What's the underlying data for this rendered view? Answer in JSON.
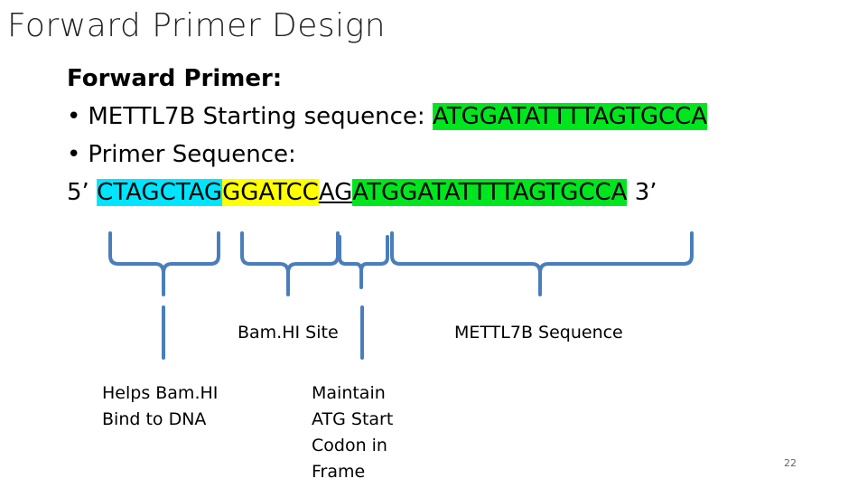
{
  "slide": {
    "title": "Forward Primer Design",
    "heading": "Forward Primer:",
    "bullets": [
      {
        "label": "METTL7B Starting sequence: ",
        "sequence": "ATGGATATTTTAGTGCCA"
      },
      {
        "label": "Primer Sequence:"
      }
    ],
    "primer": {
      "prefix": "5’ ",
      "helper": "CTAGCTAG",
      "bamhi": "GGATCC",
      "spacer": "AG",
      "mettl7b": "ATGGATATTTTAGTGCCA",
      "suffix": " 3’"
    },
    "labels": {
      "helper": "Helps Bam.HI\nBind to DNA",
      "bamhi": "Bam.HI Site",
      "spacer": "Maintain\nATG Start\nCodon in\nFrame",
      "mettl7b": "METTL7B Sequence"
    },
    "page_number": "22"
  },
  "colors": {
    "green_highlight": "#00e61e",
    "cyan_highlight": "#00e5ff",
    "yellow_highlight": "#ffff00",
    "bracket_blue": "#4a7ebb"
  }
}
